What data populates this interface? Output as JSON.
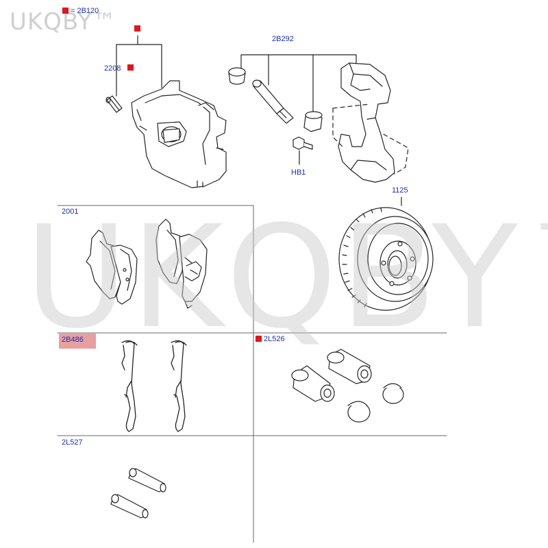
{
  "watermark": {
    "small": "UKQBY™",
    "large": "UKQBY™"
  },
  "legend": {
    "text": "= 2B120"
  },
  "labels": {
    "l2208": "2208",
    "l2b292": "2B292",
    "lhb1": "HB1",
    "l1125": "1125",
    "l2001": "2001",
    "l2b486": "2B486",
    "l2l526": "2L526",
    "l2l527": "2L527"
  },
  "colors": {
    "label": "#1a2fb0",
    "marker": "#e3141b",
    "highlight": "#d65050",
    "line": "#222222"
  }
}
